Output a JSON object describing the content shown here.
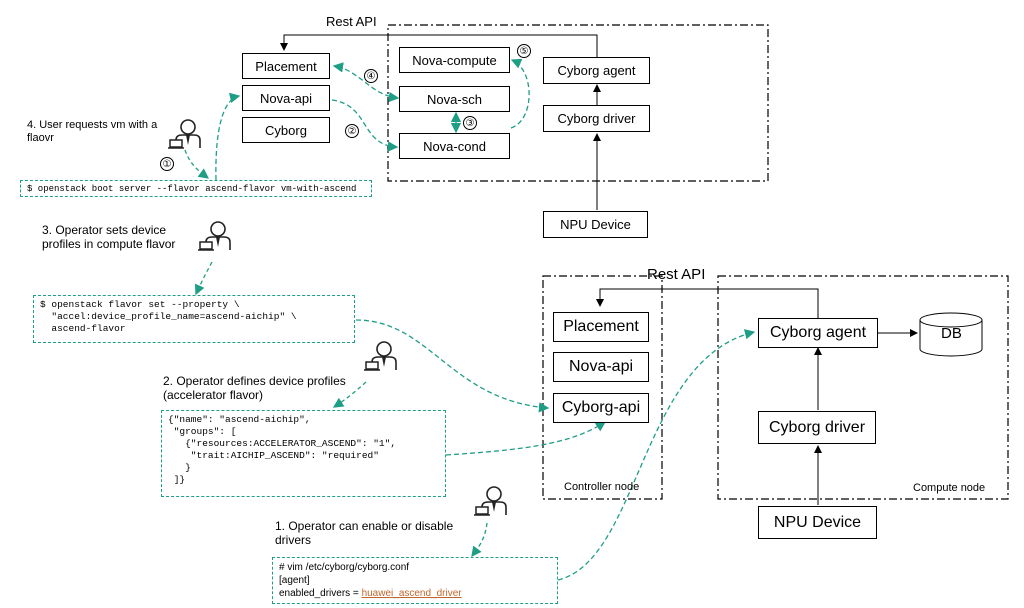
{
  "top": {
    "rest_api": "Rest API",
    "placement": "Placement",
    "nova_api": "Nova-api",
    "cyborg": "Cyborg",
    "nova_compute": "Nova-compute",
    "nova_sch": "Nova-sch",
    "nova_cond": "Nova-cond",
    "cyborg_agent": "Cyborg agent",
    "cyborg_driver": "Cyborg driver",
    "npu_device": "NPU Device",
    "step1": "①",
    "step2": "②",
    "step3": "③",
    "step4": "④",
    "step5": "⑤",
    "user_text": "4. User requests vm with a flaovr",
    "cmd": "$ openstack boot server --flavor ascend-flavor vm-with-ascend"
  },
  "left": {
    "op3_text": "3. Operator sets device profiles in compute flavor",
    "flavor_code_1": "$ openstack flavor set --property \\",
    "flavor_code_2": "  \"accel:device_profile_name=ascend-aichip\" \\",
    "flavor_code_3": "  ascend-flavor",
    "op2_text": "2. Operator defines device profiles (accelerator flavor)",
    "json_1": "{\"name\": \"ascend-aichip\",",
    "json_2": " \"groups\": [",
    "json_3": "   {\"resources:ACCELERATOR_ASCEND\": \"1\",",
    "json_4": "    \"trait:AICHIP_ASCEND\": \"required\"",
    "json_5": "   }",
    "json_6": " ]}",
    "op1_text": "1. Operator can enable or disable drivers",
    "conf_1": "# vim /etc/cyborg/cyborg.conf",
    "conf_2": "[agent]",
    "conf_3_key": "enabled_drivers = ",
    "conf_3_val": "huawei_ascend_driver"
  },
  "bottom": {
    "rest_api": "Rest API",
    "placement": "Placement",
    "nova_api": "Nova-api",
    "cyborg_api": "Cyborg-api",
    "controller_node": "Controller node",
    "cyborg_agent": "Cyborg agent",
    "db": "DB",
    "cyborg_driver": "Cyborg driver",
    "compute_node": "Compute node",
    "npu_device": "NPU Device"
  },
  "colors": {
    "dashed_teal": "#1f9e86",
    "underline_red": "#d33",
    "value_orange": "#c0662a"
  }
}
